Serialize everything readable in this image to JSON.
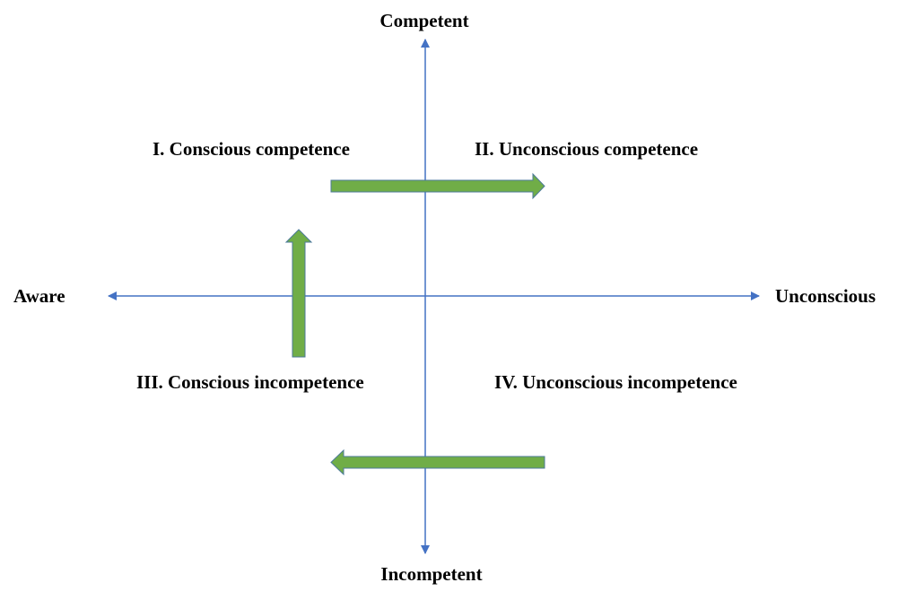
{
  "axes": {
    "top": "Competent",
    "bottom": "Incompetent",
    "left": "Aware",
    "right": "Unconscious"
  },
  "quadrants": {
    "q1": "I. Conscious competence",
    "q2": "II. Unconscious competence",
    "q3": "III. Conscious incompetence",
    "q4": "IV. Unconscious incompetence"
  },
  "colors": {
    "axis": "#4472C4",
    "arrow_fill": "#70AD47",
    "arrow_stroke": "#4C7A99",
    "text": "#000000"
  }
}
